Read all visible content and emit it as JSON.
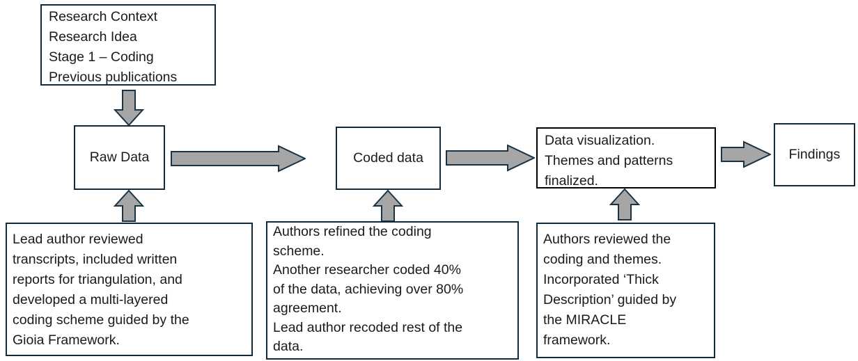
{
  "colors": {
    "background": "#ffffff",
    "box_border": "#0f2b3c",
    "visualization_box_border": "#000000",
    "arrow_fill": "#a6a6a6",
    "arrow_outline": "#1a3344",
    "text": "#1a1a1a"
  },
  "diagram": {
    "boxes": {
      "context": {
        "text": "Research Context\nResearch Idea\nStage 1 – Coding\nPrevious publications"
      },
      "raw_data": {
        "label": "Raw Data"
      },
      "coded_data": {
        "label": "Coded data"
      },
      "data_visualization": {
        "text": "Data visualization.\nThemes and patterns\nfinalized."
      },
      "findings": {
        "label": "Findings"
      },
      "raw_data_note": {
        "text": "Lead author reviewed\ntranscripts, included written\nreports for triangulation, and\ndeveloped a multi-layered\ncoding scheme guided by the\nGioia Framework."
      },
      "coded_data_note": {
        "text": "Authors refined the coding\nscheme.\nAnother researcher coded 40%\nof the data, achieving over 80%\nagreement.\nLead author recoded rest of the\ndata."
      },
      "visualization_note": {
        "text": "Authors reviewed the\ncoding and themes.\nIncorporated ‘Thick\nDescription’ guided by\nthe MIRACLE\nframework."
      }
    }
  }
}
